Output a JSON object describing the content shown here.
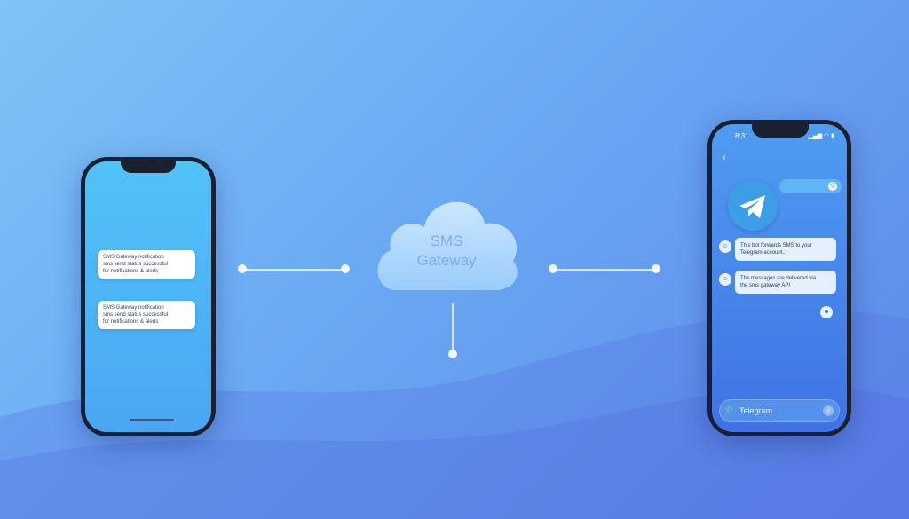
{
  "left_phone": {
    "messages": [
      {
        "lines": [
          "SMS Gateway notification",
          "sms send status successful",
          "for notifications & alerts"
        ]
      },
      {
        "lines": [
          "SMS Gateway notification",
          "sms send status successful",
          "for notifications & alerts"
        ]
      }
    ]
  },
  "gateway": {
    "line1": "SMS",
    "line2": "Gateway"
  },
  "right_phone": {
    "status_time": "8:31",
    "status_icons": "▂▄▆ ◠ ▮",
    "back_icon": "‹",
    "pill_icon": "◎",
    "chat": [
      {
        "avatar": "☺",
        "lines": [
          "This bot forwards SMS to your",
          "Telegram account..."
        ]
      },
      {
        "avatar": "☺",
        "lines": [
          "The messages are delivered via",
          "the sms gateway API"
        ]
      }
    ],
    "user_avatar": "☻",
    "input_placeholder": "Telegram...",
    "call_icon": "✆",
    "action_icon": "◎"
  },
  "colors": {
    "background_start": "#7fc3f7",
    "background_end": "#5c86e8",
    "telegram_blue": "#3d9ee8",
    "connector": "#ffffff"
  }
}
